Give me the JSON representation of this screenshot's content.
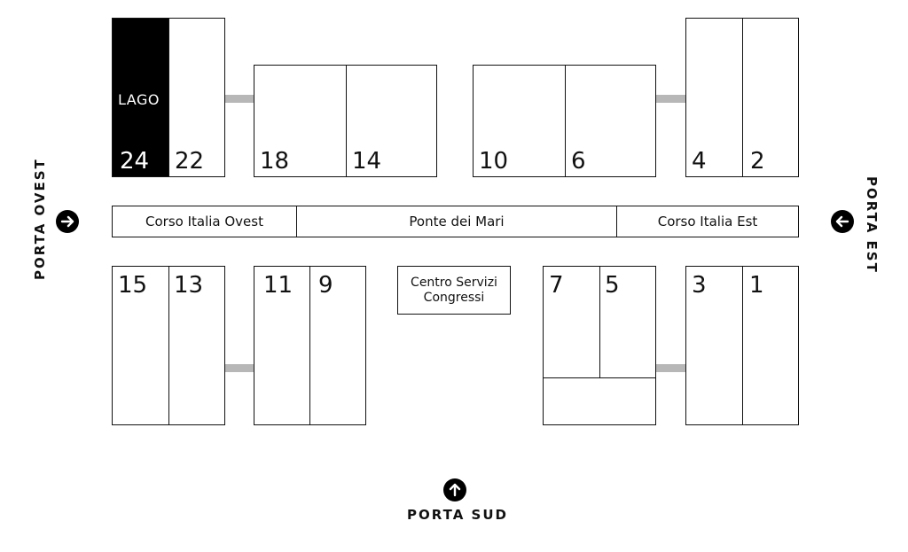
{
  "pavilions": {
    "p24": "24",
    "p22": "22",
    "p18": "18",
    "p14": "14",
    "p10": "10",
    "p6": "6",
    "p4": "4",
    "p2": "2",
    "p15": "15",
    "p13": "13",
    "p11": "11",
    "p9": "9",
    "p7": "7",
    "p5": "5",
    "p3": "3",
    "p1": "1",
    "lago": "LAGO"
  },
  "roads": {
    "west": "Corso Italia Ovest",
    "center": "Ponte dei Mari",
    "east": "Corso Italia Est"
  },
  "services": {
    "line1": "Centro Servizi",
    "line2": "Congressi"
  },
  "gates": {
    "west": "PORTA OVEST",
    "east": "PORTA EST",
    "south": "PORTA SUD"
  },
  "colors": {
    "outline": "#111111",
    "connector": "#b7b7b7",
    "lago_fill": "#000000"
  }
}
